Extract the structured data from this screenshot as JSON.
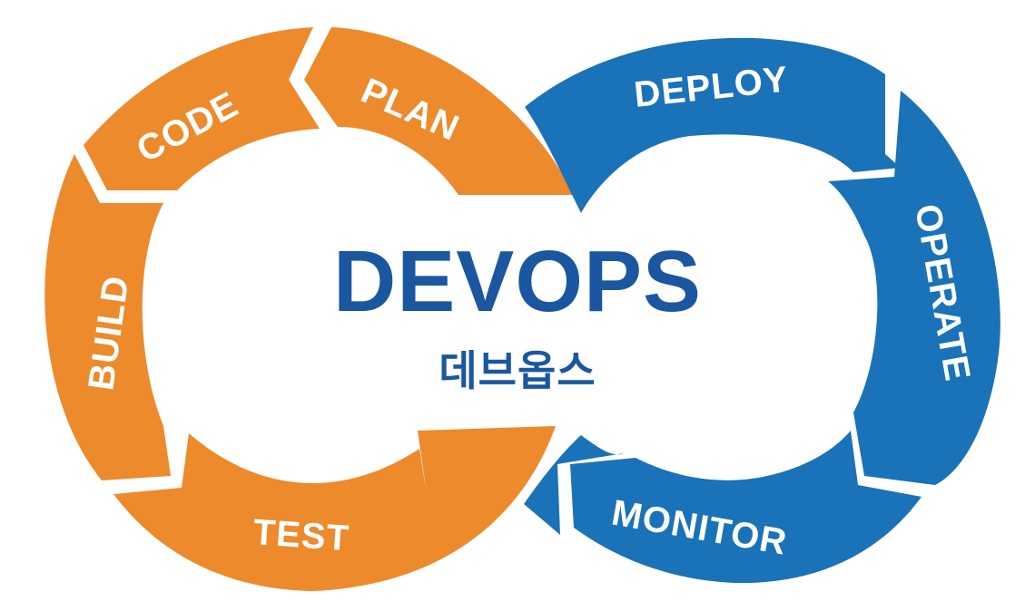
{
  "title": {
    "main": "DEVOPS",
    "sub": "데브옵스"
  },
  "colors": {
    "dev_loop": "#ED8A2B",
    "ops_loop": "#1A72B8",
    "title_text": "#1A57A0",
    "label_text": "#FFFFFF",
    "background": "#FFFFFF"
  },
  "dev_loop": {
    "name": "dev",
    "stages": [
      {
        "id": "plan",
        "label": "PLAN"
      },
      {
        "id": "code",
        "label": "CODE"
      },
      {
        "id": "build",
        "label": "BUILD"
      },
      {
        "id": "test",
        "label": "TEST"
      }
    ]
  },
  "ops_loop": {
    "name": "ops",
    "stages": [
      {
        "id": "deploy",
        "label": "DEPLOY"
      },
      {
        "id": "operate",
        "label": "OPERATE"
      },
      {
        "id": "monitor",
        "label": "MONITOR"
      }
    ]
  }
}
